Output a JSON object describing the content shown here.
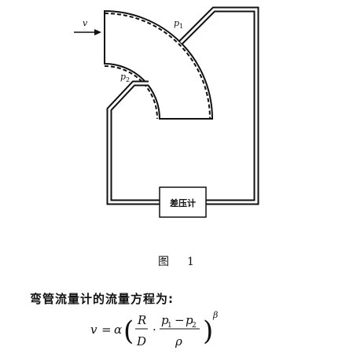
{
  "diagram": {
    "velocity_label": "v",
    "p1_label": "p",
    "p1_sub": "1",
    "p2_label": "p",
    "p2_sub": "2",
    "gauge_label": "差压计"
  },
  "caption": {
    "text": "图",
    "number": "1"
  },
  "intro": "弯管流量计的流量方程为:",
  "equation": {
    "lhs": "v",
    "eq": "=",
    "alpha": "α",
    "R": "R",
    "D": "D",
    "dot": "·",
    "p": "p",
    "sub1": "1",
    "minus": "−",
    "sub2": "2",
    "rho": "ρ",
    "lparen": "(",
    "rparen": ")",
    "beta": "β"
  }
}
